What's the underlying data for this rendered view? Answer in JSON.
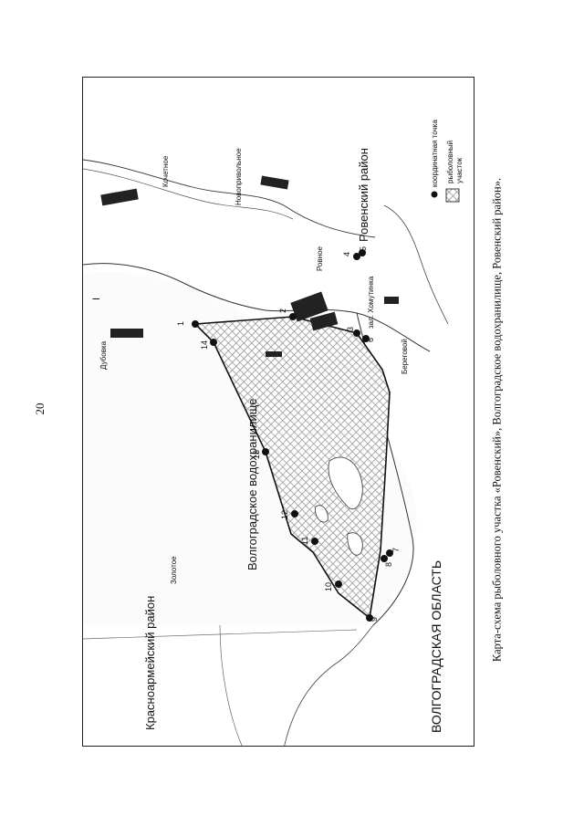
{
  "page_number": "20",
  "caption": "Карта-схема рыболовного участка «Ровенский», Волгоградское водохранилище, Ровенский район».",
  "map": {
    "region_label": "ВОЛГОГРАДСКАЯ ОБЛАСТЬ",
    "district_left": "Красноармейский район",
    "district_right": "Ровенский район",
    "reservoir_label": "Волгоградское водохранилище",
    "flow_arrow": "I",
    "settlements": {
      "kochetnoe": "Кочетное",
      "novoprivolnoe": "Новопривольное",
      "rovnoe": "Ровное",
      "dubovka": "Дубовка",
      "zolotoe": "Золотое",
      "beregovoy": "Береговой",
      "zal_khomutinka": "зал. Хомутинка"
    },
    "point_labels": [
      "1",
      "2",
      "3",
      "4",
      "5",
      "6",
      "7",
      "8",
      "9",
      "10",
      "11",
      "12",
      "13",
      "14"
    ]
  },
  "legend": {
    "point": "координатная точка",
    "area_line1": "рыболовный",
    "area_line2": "участок"
  }
}
